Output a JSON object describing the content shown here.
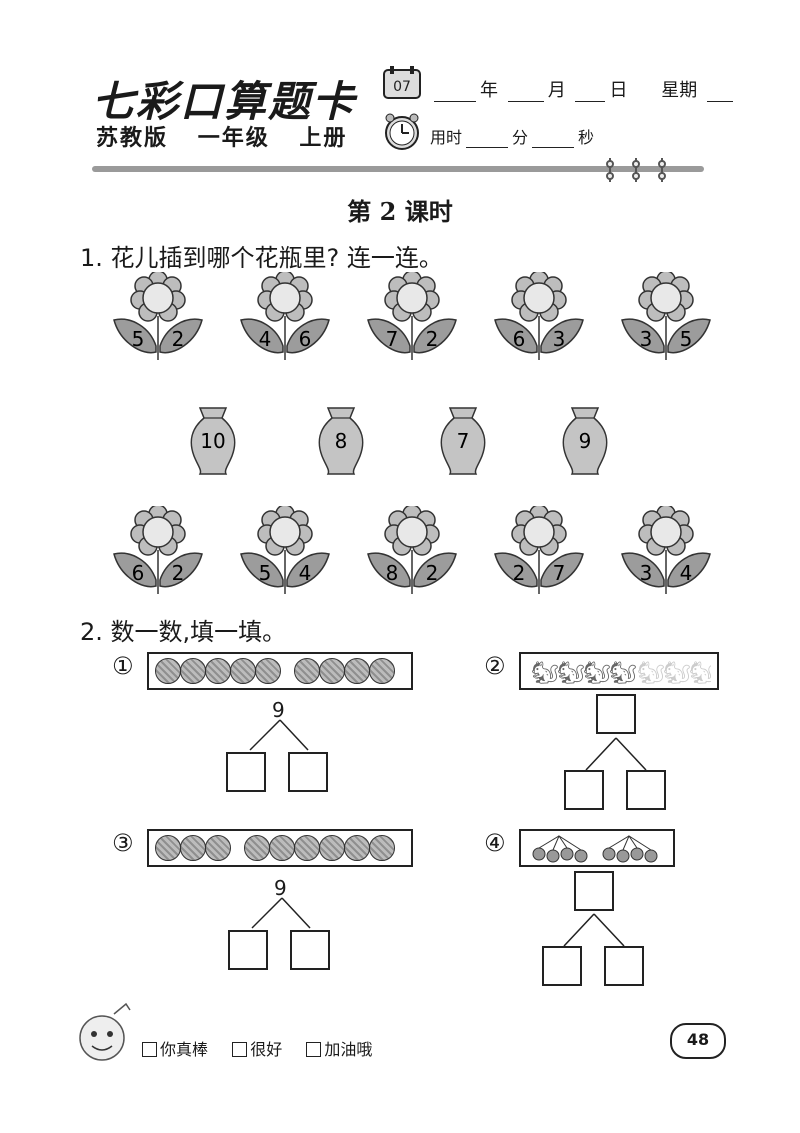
{
  "header": {
    "brand": "七彩口算题卡",
    "edition": [
      "苏教版",
      "一年级",
      "上册"
    ],
    "calendar_day": "07",
    "date_labels": {
      "year": "年",
      "month": "月",
      "day": "日",
      "weekday": "星期"
    },
    "time_labels": {
      "used": "用时",
      "minute": "分",
      "second": "秒"
    }
  },
  "lesson_title": "第 2 课时",
  "q1": {
    "prompt": "1. 花儿插到哪个花瓶里? 连一连。",
    "top_flowers": [
      [
        "5",
        "2"
      ],
      [
        "4",
        "6"
      ],
      [
        "7",
        "2"
      ],
      [
        "6",
        "3"
      ],
      [
        "3",
        "5"
      ]
    ],
    "vases": [
      "10",
      "8",
      "7",
      "9"
    ],
    "bottom_flowers": [
      [
        "6",
        "2"
      ],
      [
        "5",
        "4"
      ],
      [
        "8",
        "2"
      ],
      [
        "2",
        "7"
      ],
      [
        "3",
        "4"
      ]
    ]
  },
  "q2": {
    "prompt": "2. 数一数,填一填。",
    "items": [
      {
        "marker": "①",
        "total": "9"
      },
      {
        "marker": "②",
        "total": ""
      },
      {
        "marker": "③",
        "total": "9"
      },
      {
        "marker": "④",
        "total": ""
      }
    ]
  },
  "footer": {
    "ratings": [
      "你真棒",
      "很好",
      "加油哦"
    ],
    "page": "48"
  }
}
